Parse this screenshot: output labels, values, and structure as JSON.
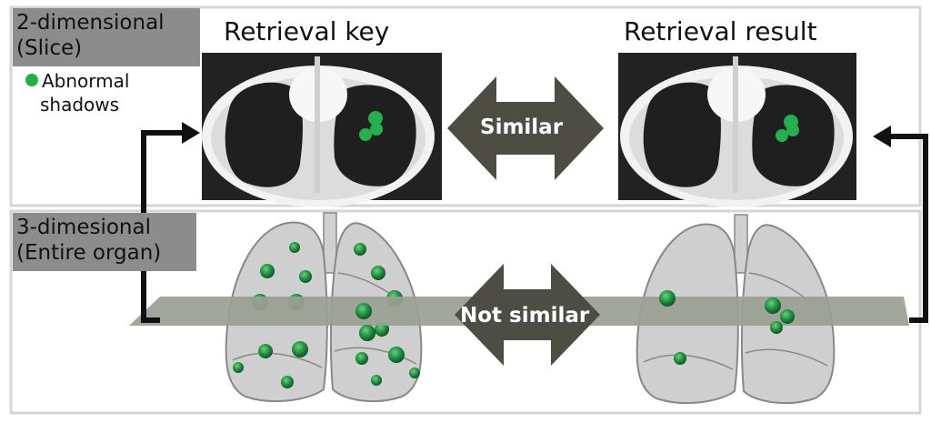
{
  "panels": {
    "top": {
      "label_line1": "2-dimensional",
      "label_line2": "(Slice)"
    },
    "bottom": {
      "label_line1": "3-dimesional",
      "label_line2": "(Entire organ)"
    }
  },
  "legend": {
    "marker_color": "#22b14c",
    "line1": "Abnormal",
    "line2": "shadows"
  },
  "headings": {
    "key": "Retrieval key",
    "result": "Retrieval result"
  },
  "comparisons": {
    "top": "Similar",
    "bottom": "Not similar"
  },
  "colors": {
    "lesion": "#22b14c",
    "lesion_3d": "#1f8a3a",
    "arrow": "#4d4d44",
    "plane": "#9aa094",
    "tag": "#8c8c8c",
    "ct_background": "#222222",
    "lung_3d": "#cfcfcf"
  }
}
